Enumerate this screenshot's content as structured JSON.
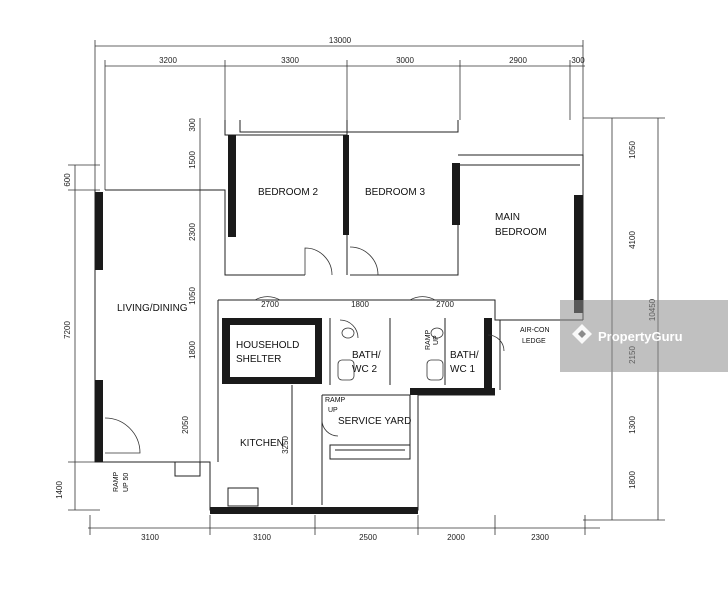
{
  "plan": {
    "overall_width": "13000",
    "overall_depth": "10450",
    "top_dims": [
      "3200",
      "3300",
      "3000",
      "2900",
      "300"
    ],
    "bottom_dims": [
      "3100",
      "3100",
      "2500",
      "2000",
      "2300"
    ],
    "left_dims": [
      "600",
      "7200",
      "1400"
    ],
    "left_inner_dims": [
      "300",
      "1500",
      "2300",
      "1050",
      "1800",
      "2050"
    ],
    "right_inner_dims": [
      "1050",
      "4100",
      "2150",
      "1300",
      "1800"
    ],
    "mid_dims": [
      "2700",
      "1800",
      "2700"
    ],
    "kitchen_dim": "3250",
    "rooms": {
      "bedroom2": "BEDROOM 2",
      "bedroom3": "BEDROOM 3",
      "main_bedroom_line1": "MAIN",
      "main_bedroom_line2": "BEDROOM",
      "living": "LIVING/DINING",
      "shelter_line1": "HOUSEHOLD",
      "shelter_line2": "SHELTER",
      "bath2_line1": "BATH/",
      "bath2_line2": "WC 2",
      "bath1_line1": "BATH/",
      "bath1_line2": "WC 1",
      "aircon_line1": "AIR-CON",
      "aircon_line2": "LEDGE",
      "service_yard": "SERVICE YARD",
      "kitchen": "KITCHEN"
    },
    "ramps": {
      "entrance_ramp": "RAMP",
      "entrance_up": "UP 50",
      "yard_ramp": "RAMP",
      "yard_up": "UP",
      "bath_ramp": "RAMP",
      "bath_up": "UP"
    }
  },
  "watermark": {
    "brand": "PropertyGuru"
  }
}
